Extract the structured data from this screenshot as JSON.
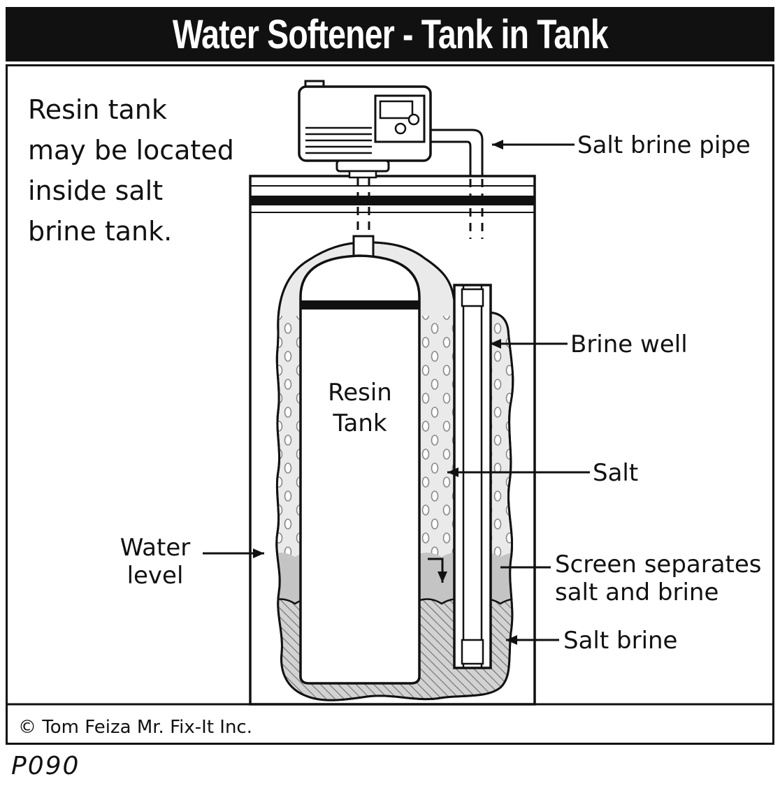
{
  "title": "Water Softener - Tank in Tank",
  "note": {
    "line1": "Resin tank",
    "line2": "may be located",
    "line3": "inside salt",
    "line4": "brine tank."
  },
  "diagram_labels": {
    "salt_brine_pipe": "Salt brine pipe",
    "brine_well": "Brine well",
    "salt": "Salt",
    "water_level_line1": "Water",
    "water_level_line2": "level",
    "screen_line1": "Screen separates",
    "screen_line2": "salt and brine",
    "salt_brine": "Salt brine",
    "resin_tank_line1": "Resin",
    "resin_tank_line2": "Tank"
  },
  "footer": {
    "copyright": "© Tom Feiza Mr. Fix-It Inc.",
    "code": "P090"
  },
  "colors": {
    "ink": "#111111",
    "salt_fill": "#eaeaea",
    "water_fill": "#c4c4c4",
    "brine_fill": "#d2d2d2"
  }
}
